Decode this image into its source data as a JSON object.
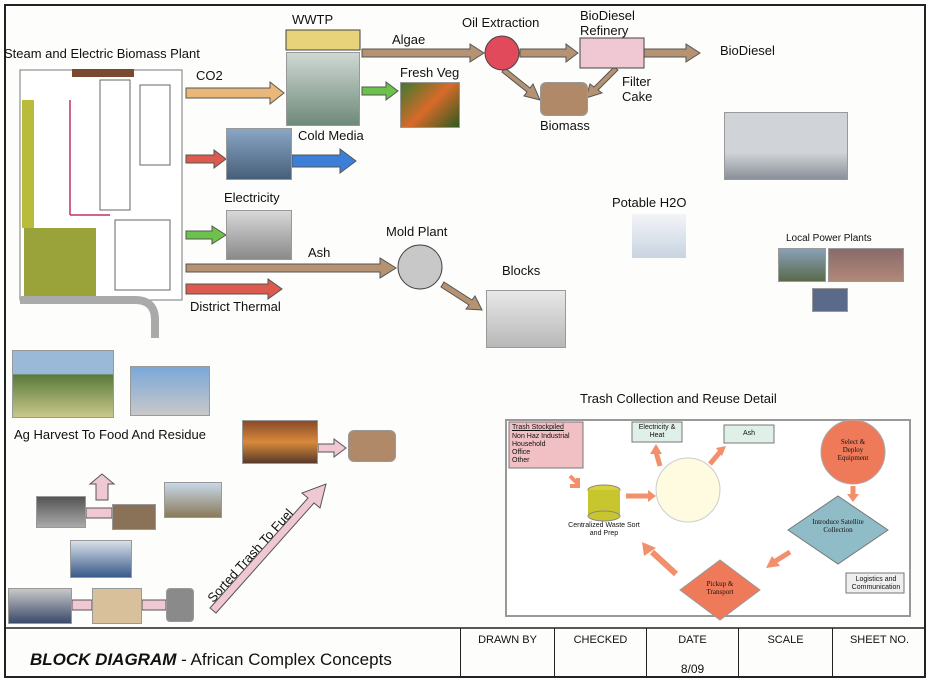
{
  "plant": {
    "title": "Steam and Electric Biomass Plant"
  },
  "flows": {
    "wwtp": "WWTP",
    "co2": "CO2",
    "algae": "Algae",
    "oil_extraction": "Oil Extraction",
    "biodiesel_refinery": "BioDiesel Refinery",
    "biodiesel": "BioDiesel",
    "fresh_veg": "Fresh Veg",
    "filter_cake": "Filter Cake",
    "biomass": "Biomass",
    "cold_media": "Cold Media",
    "electricity": "Electricity",
    "potable_h2o": "Potable H2O",
    "mold_plant": "Mold Plant",
    "ash": "Ash",
    "blocks": "Blocks",
    "district_thermal": "District Thermal",
    "local_power_plants": "Local Power Plants"
  },
  "harvest": {
    "label": "Ag Harvest To Food And Residue",
    "sorted_trash": "Sorted Trash To Fuel"
  },
  "detail": {
    "title": "Trash Collection and Reuse Detail",
    "trash_stockpiled": "Trash Stockpiled",
    "trash_items": "Non Haz Industrial\nHousehold\nOffice\nOther",
    "electricity_heat": "Electricity & Heat",
    "ash": "Ash",
    "select_deploy": "Select & Deploy Equipment",
    "introduce_satellite": "Introduce Satellite Collection",
    "centralized": "Centralized Waste Sort and Prep",
    "pickup": "Pickup & Transport",
    "logistics": "Logistics and Communication"
  },
  "title_block": {
    "title_bold": "BLOCK DIAGRAM",
    "title_rest": " - African Complex Concepts",
    "drawn_by": "DRAWN BY",
    "checked": "CHECKED",
    "date": "DATE",
    "date_value": "8/09",
    "scale": "SCALE",
    "sheet_no": "SHEET NO."
  },
  "colors": {
    "orange_arrow": "#e9b77a",
    "green_arrow": "#6cc24a",
    "red_arrow": "#dc5a4e",
    "blue_arrow": "#3b7fd9",
    "brown_arrow": "#b59272",
    "pink_block": "#f0c8d4",
    "salmon": "#f28c6b"
  }
}
